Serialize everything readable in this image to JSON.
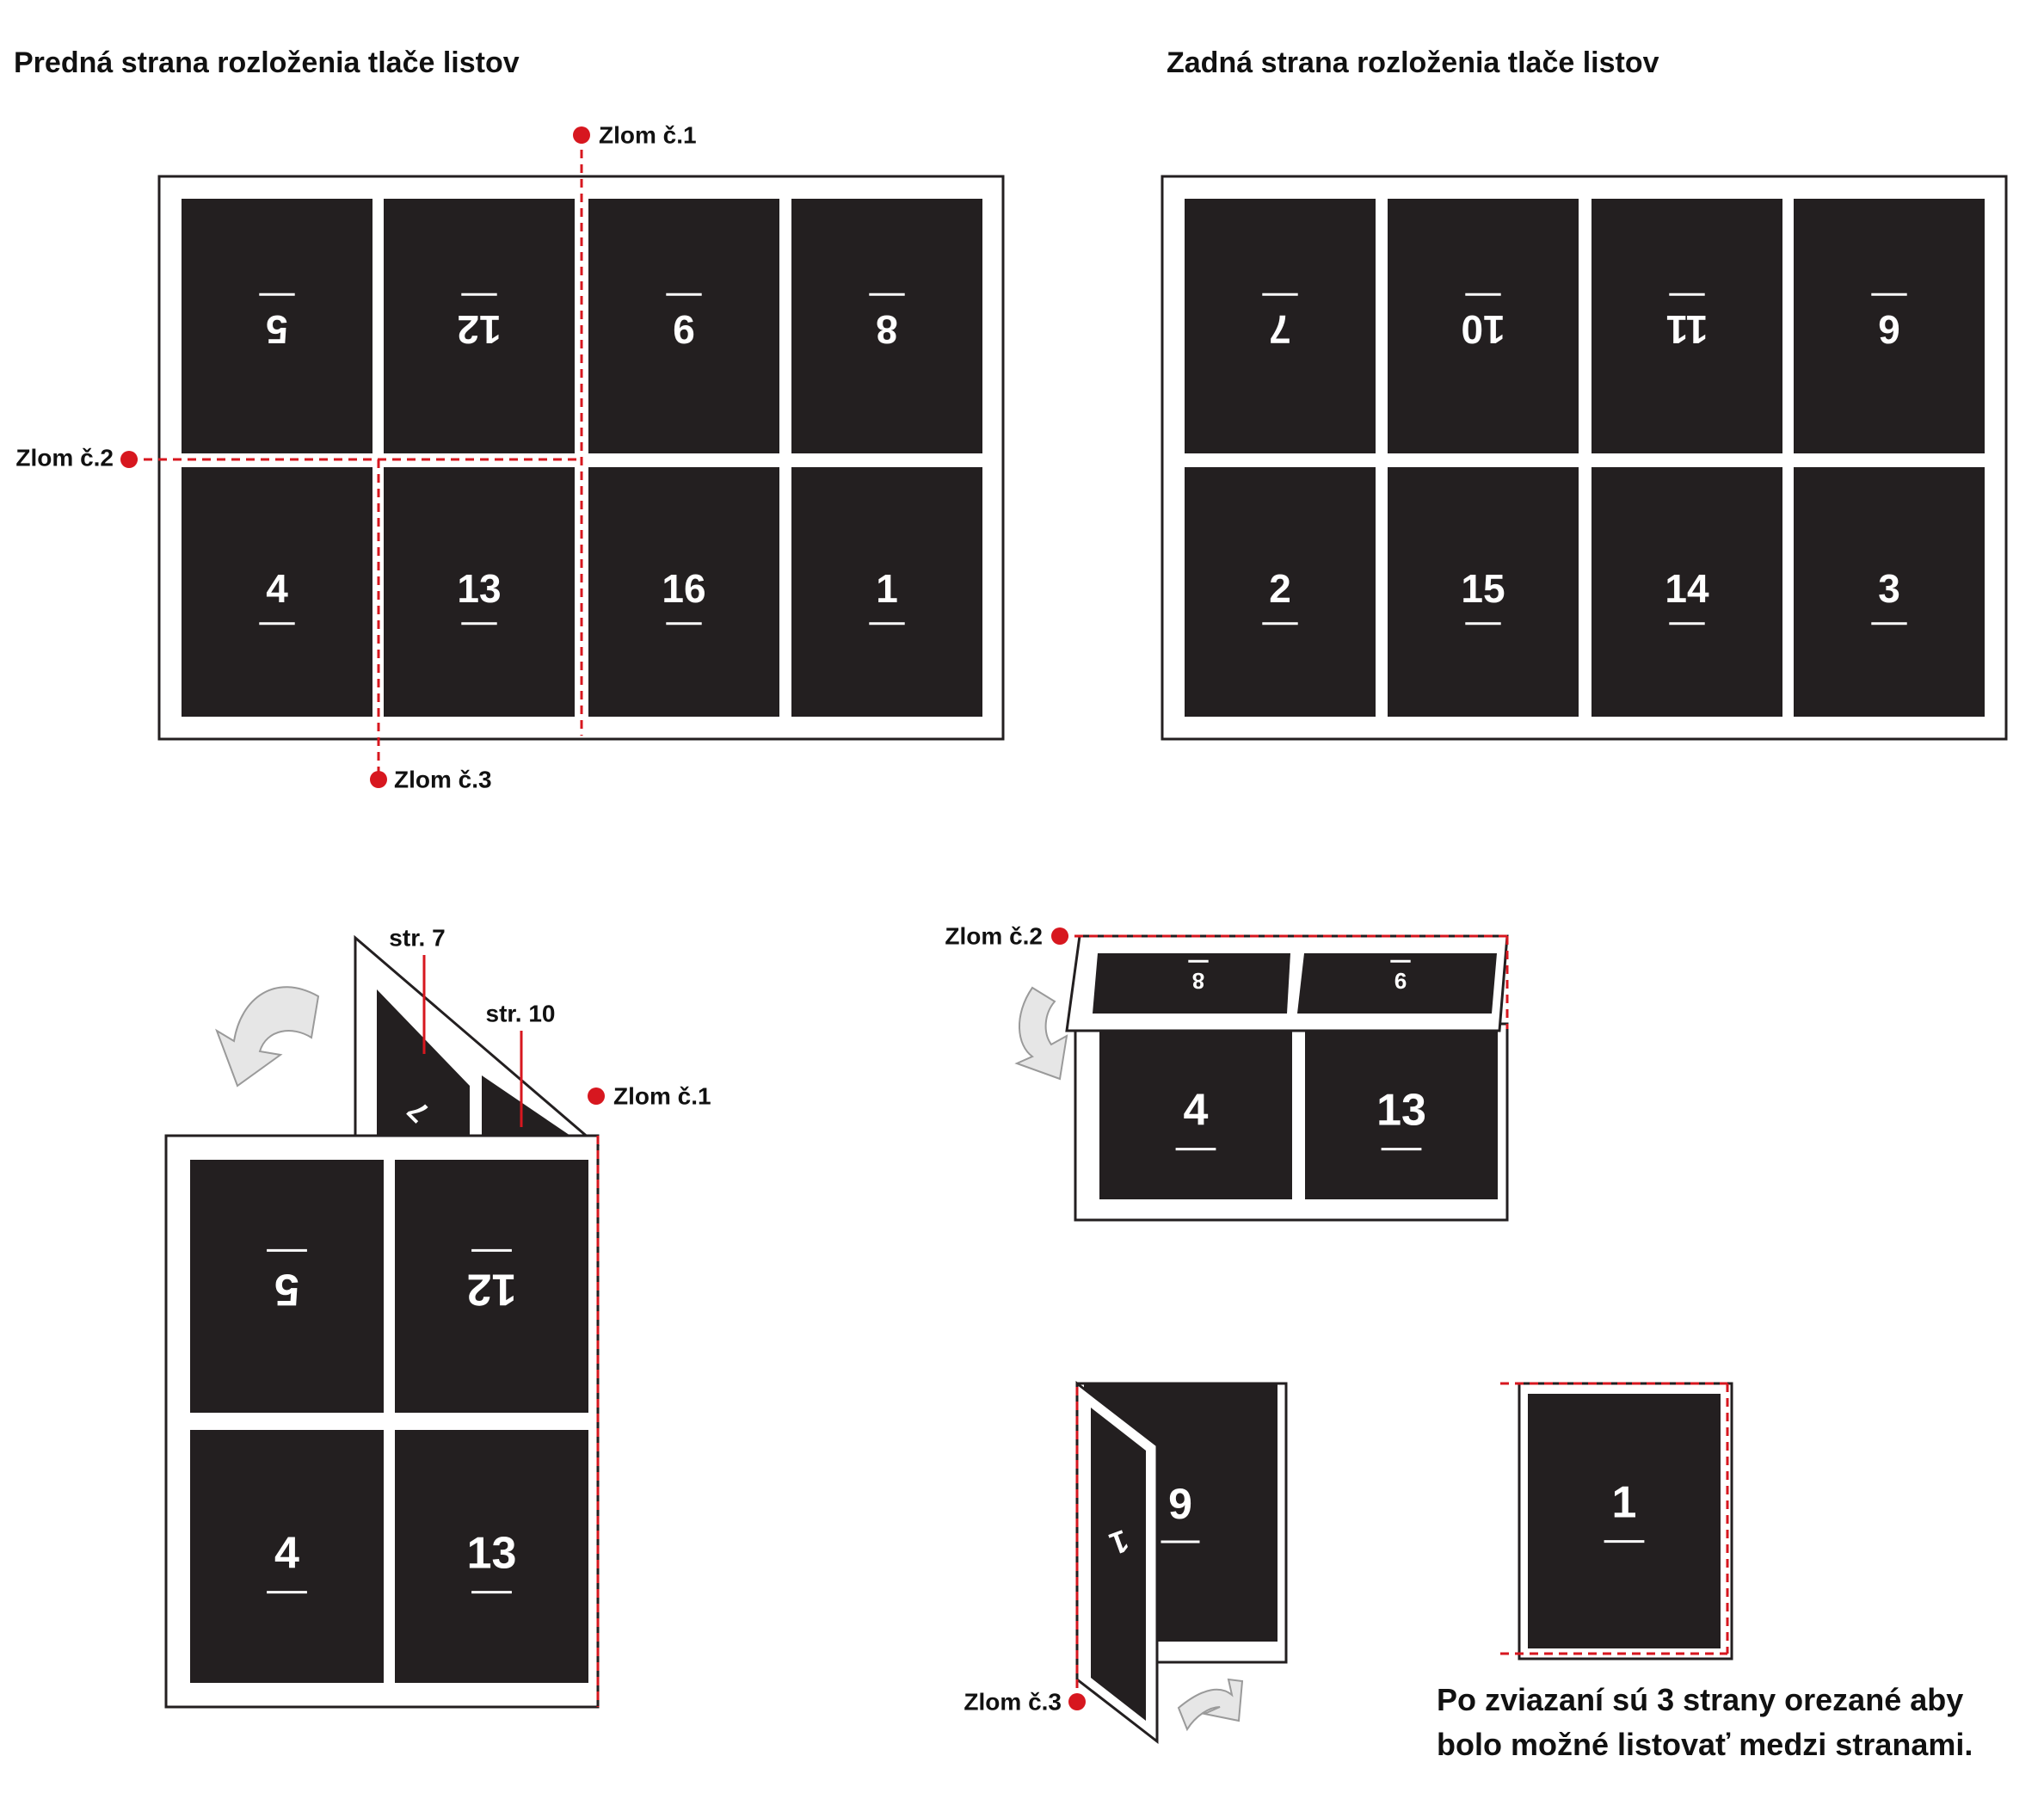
{
  "headings": {
    "front": "Predná strana rozloženia tlače listov",
    "back": "Zadná strana rozloženia tlače listov"
  },
  "colors": {
    "panel": "#231f20",
    "fold": "#d7171f",
    "arrow": "#e6e6e6",
    "text": "#111111"
  },
  "front_sheet": {
    "top_row": [
      "5",
      "12",
      "9",
      "8"
    ],
    "bottom_row": [
      "4",
      "13",
      "16",
      "1"
    ],
    "folds": [
      "Zlom č.1",
      "Zlom č.2",
      "Zlom č.3"
    ]
  },
  "back_sheet": {
    "top_row": [
      "7",
      "10",
      "11",
      "6"
    ],
    "bottom_row": [
      "2",
      "15",
      "14",
      "3"
    ]
  },
  "step1": {
    "pages": [
      "5",
      "12",
      "4",
      "13"
    ],
    "flap_labels": [
      "str. 7",
      "str. 10"
    ],
    "flap_page": "7",
    "fold": "Zlom č.1"
  },
  "step2": {
    "flap_pages": [
      "8",
      "9"
    ],
    "pages": [
      "4",
      "13"
    ],
    "fold": "Zlom č.2"
  },
  "step3": {
    "page": "9",
    "flap_page": "1",
    "fold": "Zlom č.3"
  },
  "final": {
    "page": "1",
    "note_lines": [
      "Po zviazaní sú 3 strany orezané aby",
      "bolo možné listovať medzi stranami."
    ]
  }
}
